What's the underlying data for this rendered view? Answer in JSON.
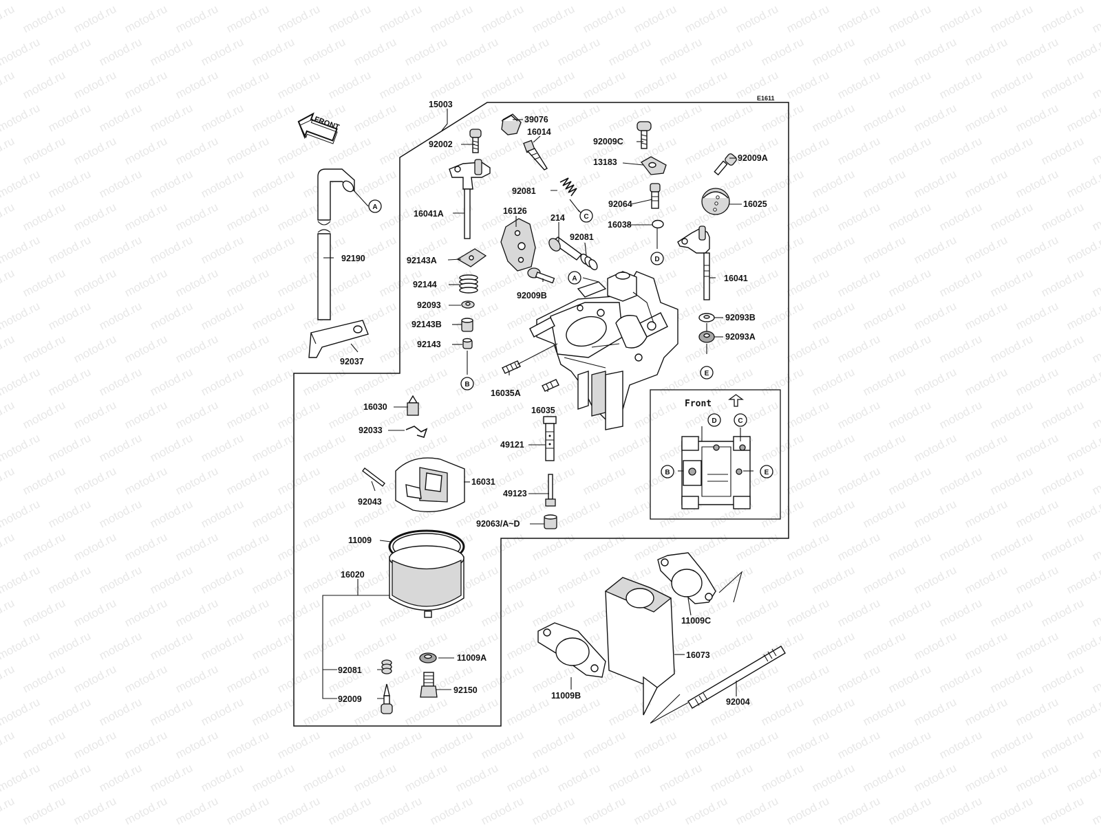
{
  "diagram_code": "E1611",
  "front_arrow_label": "FRONT",
  "inset_label": "Front",
  "watermark_text": "motod.ru",
  "parts": [
    {
      "id": "p15003",
      "num": "15003"
    },
    {
      "id": "p39076",
      "num": "39076"
    },
    {
      "id": "p92002",
      "num": "92002"
    },
    {
      "id": "p16014",
      "num": "16014"
    },
    {
      "id": "p92009C",
      "num": "92009C"
    },
    {
      "id": "p13183",
      "num": "13183"
    },
    {
      "id": "p92009A",
      "num": "92009A"
    },
    {
      "id": "p92081a",
      "num": "92081"
    },
    {
      "id": "p92064",
      "num": "92064"
    },
    {
      "id": "p16025",
      "num": "16025"
    },
    {
      "id": "p16041A",
      "num": "16041A"
    },
    {
      "id": "p16126",
      "num": "16126"
    },
    {
      "id": "p16038",
      "num": "16038"
    },
    {
      "id": "p214",
      "num": "214"
    },
    {
      "id": "p92081b",
      "num": "92081"
    },
    {
      "id": "p92190",
      "num": "92190"
    },
    {
      "id": "p92143A",
      "num": "92143A"
    },
    {
      "id": "p16041",
      "num": "16041"
    },
    {
      "id": "p92144",
      "num": "92144"
    },
    {
      "id": "p92009B",
      "num": "92009B"
    },
    {
      "id": "p92093",
      "num": "92093"
    },
    {
      "id": "p92093B",
      "num": "92093B"
    },
    {
      "id": "p92143B",
      "num": "92143B"
    },
    {
      "id": "p92093A",
      "num": "92093A"
    },
    {
      "id": "p92143",
      "num": "92143"
    },
    {
      "id": "p92037",
      "num": "92037"
    },
    {
      "id": "p16035A",
      "num": "16035A"
    },
    {
      "id": "p16035",
      "num": "16035"
    },
    {
      "id": "p16030",
      "num": "16030"
    },
    {
      "id": "p92033",
      "num": "92033"
    },
    {
      "id": "p49121",
      "num": "49121"
    },
    {
      "id": "p16031",
      "num": "16031"
    },
    {
      "id": "p49123",
      "num": "49123"
    },
    {
      "id": "p92043",
      "num": "92043"
    },
    {
      "id": "p92063",
      "num": "92063/A~D"
    },
    {
      "id": "p11009",
      "num": "11009"
    },
    {
      "id": "p16020",
      "num": "16020"
    },
    {
      "id": "p11009C",
      "num": "11009C"
    },
    {
      "id": "p16073",
      "num": "16073"
    },
    {
      "id": "p11009A",
      "num": "11009A"
    },
    {
      "id": "p92081c",
      "num": "92081"
    },
    {
      "id": "p92150",
      "num": "92150"
    },
    {
      "id": "p92009",
      "num": "92009"
    },
    {
      "id": "p11009B",
      "num": "11009B"
    },
    {
      "id": "p92004",
      "num": "92004"
    }
  ],
  "callouts": [
    {
      "id": "cA1",
      "letter": "A"
    },
    {
      "id": "cC1",
      "letter": "C"
    },
    {
      "id": "cD1",
      "letter": "D"
    },
    {
      "id": "cA2",
      "letter": "A"
    },
    {
      "id": "cB1",
      "letter": "B"
    },
    {
      "id": "cE1",
      "letter": "E"
    },
    {
      "id": "cD2",
      "letter": "D"
    },
    {
      "id": "cC2",
      "letter": "C"
    },
    {
      "id": "cB2",
      "letter": "B"
    },
    {
      "id": "cE2",
      "letter": "E"
    }
  ]
}
